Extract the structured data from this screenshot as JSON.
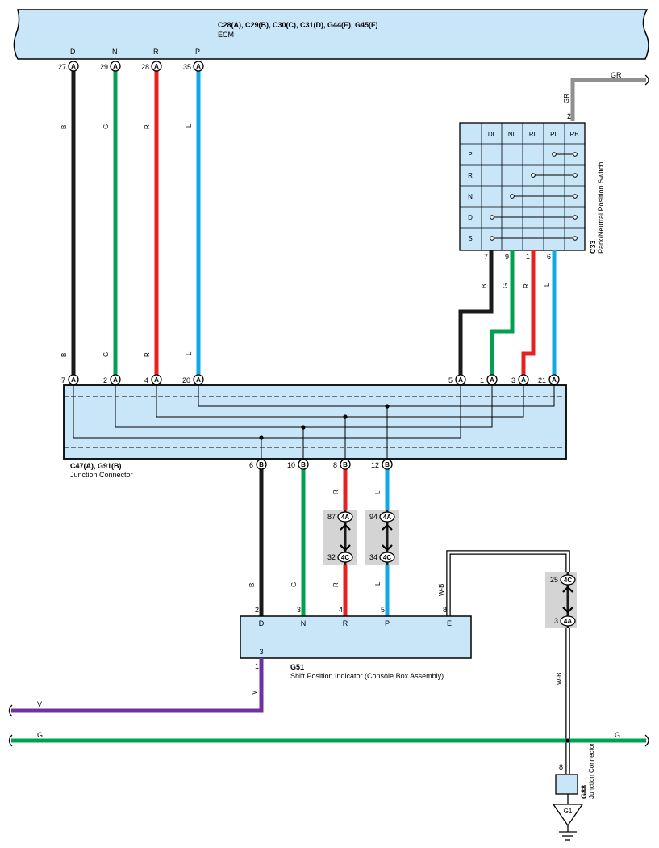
{
  "ecm": {
    "connectors": "C28(A), C29(B), C30(C), C31(D), G44(E), G45(F)",
    "name": "ECM",
    "terminals": [
      {
        "label": "D",
        "pin": "27",
        "conn": "A",
        "wire": "B",
        "color": "#1a1a1a"
      },
      {
        "label": "N",
        "pin": "29",
        "conn": "A",
        "wire": "G",
        "color": "#00a050"
      },
      {
        "label": "R",
        "pin": "28",
        "conn": "A",
        "wire": "R",
        "color": "#e82020"
      },
      {
        "label": "P",
        "pin": "35",
        "conn": "A",
        "wire": "L",
        "color": "#10a8e8"
      }
    ]
  },
  "junction_connector": {
    "connectors": "C47(A), G91(B)",
    "name": "Junction Connector",
    "top_pins_left": [
      {
        "pin": "7",
        "conn": "A"
      },
      {
        "pin": "2",
        "conn": "A"
      },
      {
        "pin": "4",
        "conn": "A"
      },
      {
        "pin": "20",
        "conn": "A"
      }
    ],
    "top_pins_right": [
      {
        "pin": "5",
        "conn": "A"
      },
      {
        "pin": "1",
        "conn": "A"
      },
      {
        "pin": "3",
        "conn": "A"
      },
      {
        "pin": "21",
        "conn": "A"
      }
    ],
    "bottom_pins": [
      {
        "pin": "6",
        "conn": "B",
        "wire": "B",
        "color": "#1a1a1a"
      },
      {
        "pin": "10",
        "conn": "B",
        "wire": "G",
        "color": "#00a050"
      },
      {
        "pin": "8",
        "conn": "B",
        "wire": "R",
        "color": "#e82020"
      },
      {
        "pin": "12",
        "conn": "B",
        "wire": "L",
        "color": "#10a8e8"
      }
    ]
  },
  "pn_switch": {
    "connector": "C33",
    "name": "Park/Neutral Position Switch",
    "columns": [
      "DL",
      "NL",
      "RL",
      "PL",
      "RB"
    ],
    "rows": [
      "P",
      "R",
      "N",
      "D",
      "S"
    ],
    "input_pin": "2",
    "input_wire": "GR",
    "output_pins": [
      {
        "pin": "7",
        "wire": "B",
        "color": "#1a1a1a"
      },
      {
        "pin": "9",
        "wire": "G",
        "color": "#00a050"
      },
      {
        "pin": "1",
        "wire": "R",
        "color": "#e82020"
      },
      {
        "pin": "6",
        "wire": "L",
        "color": "#10a8e8"
      }
    ]
  },
  "inline_connectors": [
    {
      "top_pin": "87",
      "top_conn": "4A",
      "bottom_pin": "32",
      "bottom_conn": "4C",
      "wire": "R"
    },
    {
      "top_pin": "94",
      "top_conn": "4A",
      "bottom_pin": "34",
      "bottom_conn": "4C",
      "wire": "L"
    }
  ],
  "wb_inline": {
    "top_pin": "25",
    "top_conn": "4C",
    "bottom_pin": "3",
    "bottom_conn": "4A",
    "wire": "W-B"
  },
  "shift_indicator": {
    "connector": "G51",
    "name": "Shift Position Indicator (Console Box Assembly)",
    "terminals": [
      {
        "pin": "2",
        "label": "D",
        "wire": "B"
      },
      {
        "pin": "3",
        "label": "N",
        "wire": "G"
      },
      {
        "pin": "4",
        "label": "R",
        "wire": "R"
      },
      {
        "pin": "5",
        "label": "P",
        "wire": "L"
      },
      {
        "pin": "8",
        "label": "E",
        "wire": "W-B"
      }
    ],
    "bottom_terminal": {
      "pin_outer": "1",
      "label": "3",
      "wire": "V"
    }
  },
  "g88": {
    "connector": "G88",
    "name": "Junction Connector",
    "pin": "8"
  },
  "ground": {
    "label": "G1"
  },
  "bus_wires": {
    "v": "V",
    "g": "G",
    "gr": "GR",
    "wb": "W-B"
  },
  "colors": {
    "black": "#1a1a1a",
    "green": "#00a050",
    "red": "#e82020",
    "blue": "#10a8e8",
    "violet": "#7030a0",
    "gray": "#909090",
    "box_fill": "#c8e6f8",
    "inline_bg": "#d4d4d4"
  }
}
